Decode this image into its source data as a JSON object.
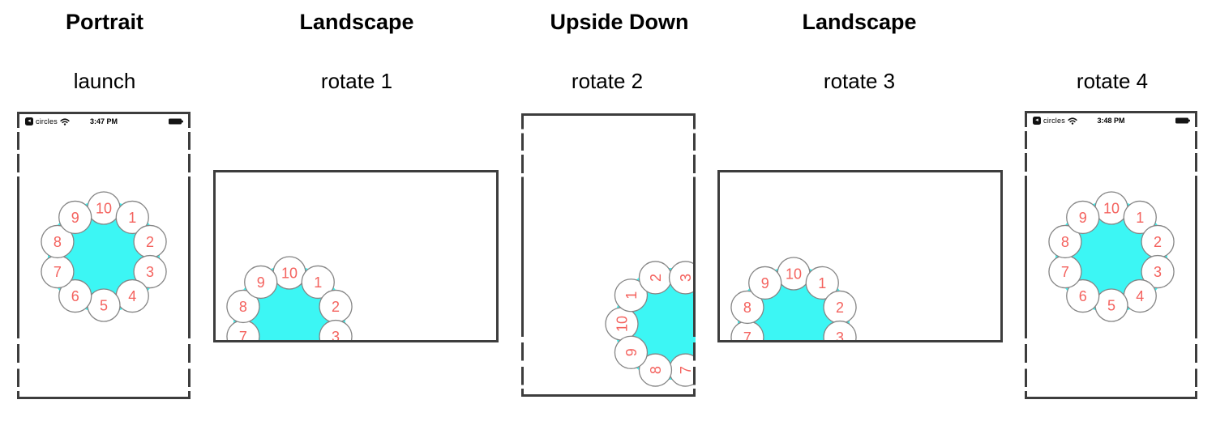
{
  "page": {
    "background": "#ffffff"
  },
  "columns": [
    {
      "orientation_label": "Portrait",
      "step_label": "launch"
    },
    {
      "orientation_label": "Landscape",
      "step_label": "rotate 1"
    },
    {
      "orientation_label": "Upside Down",
      "step_label": "rotate 2"
    },
    {
      "orientation_label": "Landscape",
      "step_label": "rotate 3"
    },
    {
      "orientation_label": "",
      "step_label": "rotate 4"
    }
  ],
  "status_bar": {
    "carrier_label": "circles",
    "time_launch": "3:47 PM",
    "time_rotate4": "3:48 PM",
    "icons": {
      "app_badge_icon": "black rounded square badge",
      "wifi_icon": "wifi arcs",
      "battery_icon": "battery full"
    }
  },
  "figure": {
    "numbers": [
      "10",
      "1",
      "2",
      "3",
      "4",
      "5",
      "6",
      "7",
      "8",
      "9"
    ],
    "colors": {
      "disc_fill": "#3CF6F4",
      "number_text": "#F4625E",
      "ball_fill": "#FFFFFF",
      "ball_stroke": "#858585",
      "frame_border": "#3D3D3D"
    }
  }
}
